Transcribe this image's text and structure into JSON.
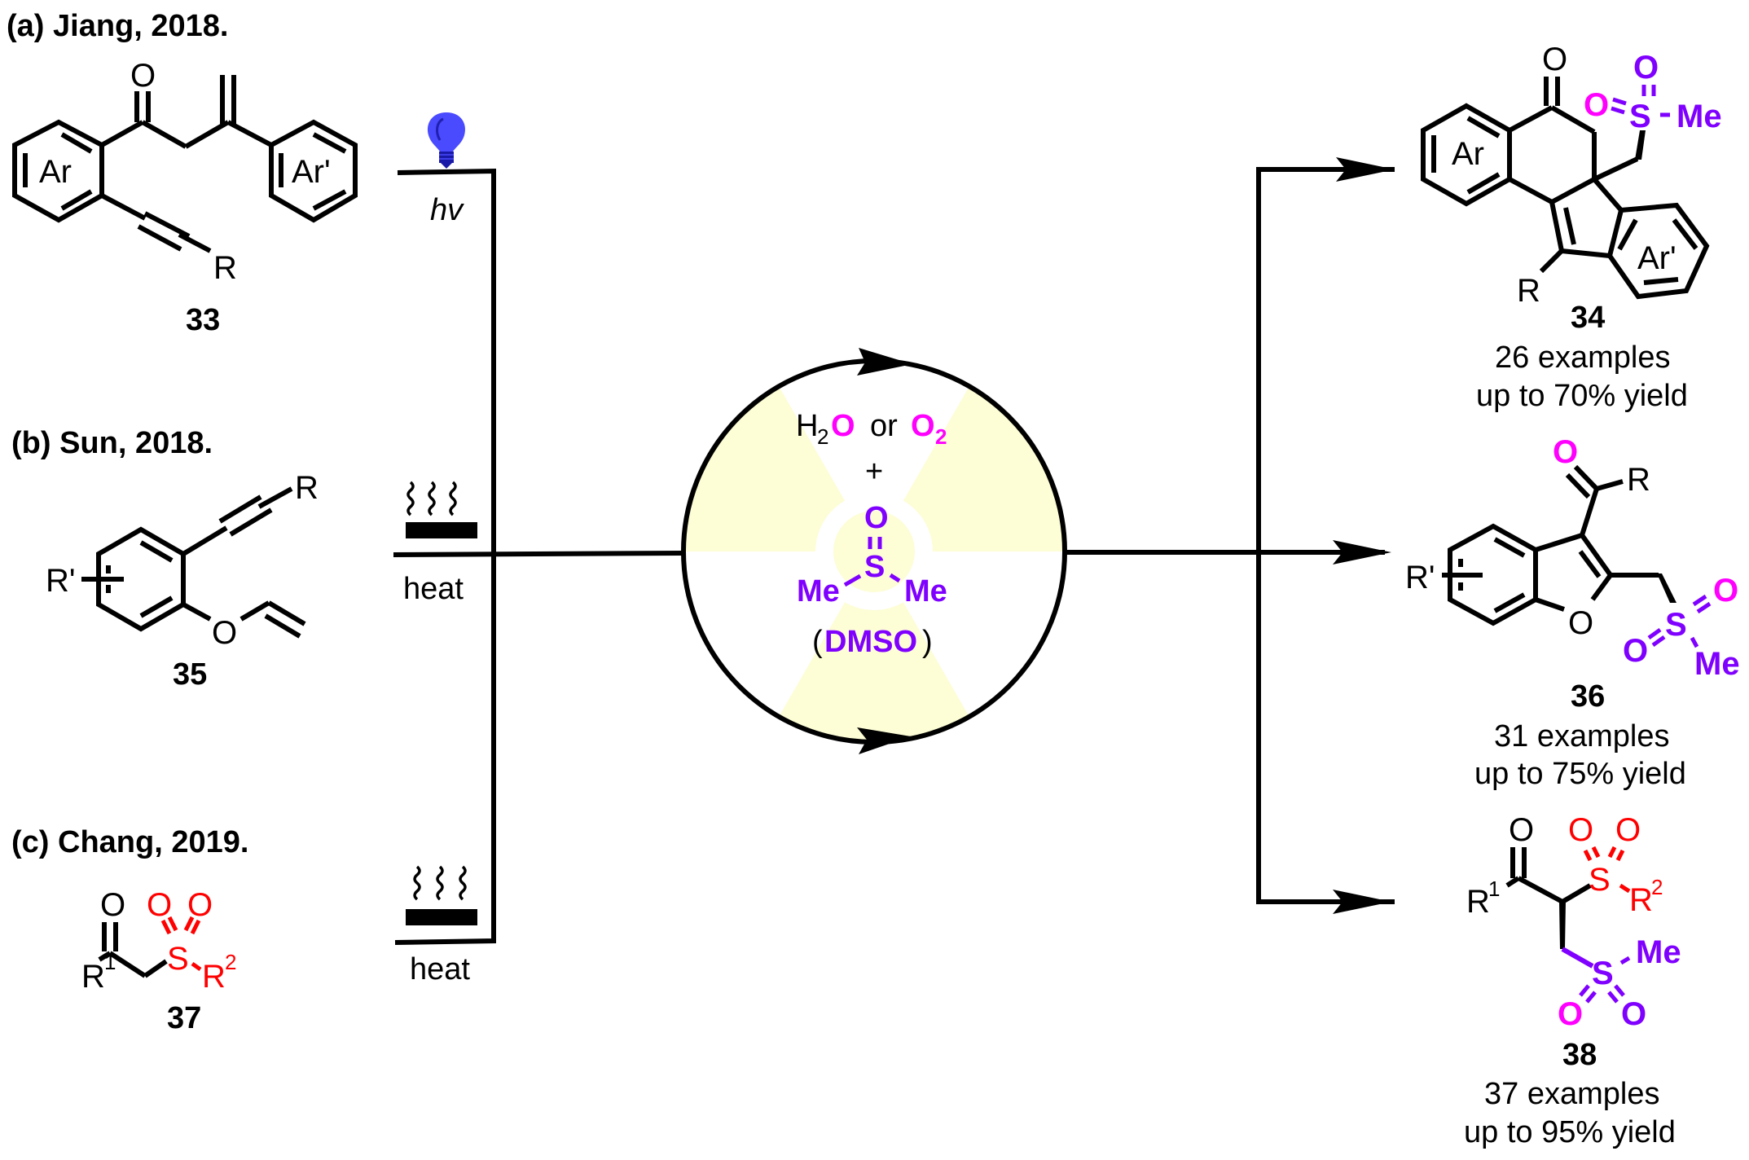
{
  "colors": {
    "ink": "#000000",
    "dmso_purple": "#7f00ff",
    "oxygen_magenta": "#ff00ff",
    "sulfonyl_red": "#ff0000",
    "sector_yellow": "#fdfdd6",
    "bulb_blue": "#4a4aff"
  },
  "sections": [
    {
      "id": "a",
      "title": "(a) Jiang, 2018.",
      "substrate": {
        "number": "33",
        "atoms": {
          "carbonyl_o": "O",
          "ring1": "Ar",
          "ring2": "Ar'",
          "alkyne_r": "R"
        }
      },
      "condition": {
        "icon": "light-bulb-icon",
        "label": "hv"
      },
      "product": {
        "number": "34",
        "examples": "26 examples",
        "yield": "up to 70% yield",
        "atoms": {
          "carbonyl_o": "O",
          "ring1": "Ar",
          "ring2": "Ar'",
          "r": "R",
          "s": "S",
          "o1": "O",
          "o2": "O",
          "me": "Me"
        }
      }
    },
    {
      "id": "b",
      "title": "(b) Sun, 2018.",
      "substrate": {
        "number": "35",
        "atoms": {
          "rprime": "R'",
          "alkyne_r": "R",
          "ether_o": "O"
        }
      },
      "condition": {
        "icon": "heat-icon",
        "label": "heat"
      },
      "product": {
        "number": "36",
        "examples": "31 examples",
        "yield": "up to 75% yield",
        "atoms": {
          "rprime": "R'",
          "carbonyl_o": "O",
          "r": "R",
          "furan_o": "O",
          "s": "S",
          "o1": "O",
          "o2": "O",
          "me": "Me"
        }
      }
    },
    {
      "id": "c",
      "title": "(c) Chang, 2019.",
      "substrate": {
        "number": "37",
        "atoms": {
          "r1": "R",
          "r1_sup": "1",
          "carbonyl_o": "O",
          "s": "S",
          "o1": "O",
          "o2": "O",
          "r2": "R",
          "r2_sup": "2"
        }
      },
      "condition": {
        "icon": "heat-icon",
        "label": "heat"
      },
      "product": {
        "number": "38",
        "examples": "37 examples",
        "yield": "up to 95% yield",
        "atoms": {
          "r1": "R",
          "r1_sup": "1",
          "carbonyl_o": "O",
          "s_top": "S",
          "o1": "O",
          "o2": "O",
          "r2": "R",
          "r2_sup": "2",
          "s_bot": "S",
          "me": "Me",
          "o3": "O",
          "o4": "O"
        }
      }
    }
  ],
  "center": {
    "reagent_h": "H",
    "reagent_h_sub": "2",
    "reagent_o": "O",
    "or": "or",
    "o2_o": "O",
    "o2_sub": "2",
    "plus": "+",
    "dmso_o": "O",
    "dmso_s": "S",
    "dmso_me_left": "Me",
    "dmso_me_right": "Me",
    "dmso_paren_open": "(",
    "dmso_name": "DMSO",
    "dmso_paren_close": ")"
  }
}
